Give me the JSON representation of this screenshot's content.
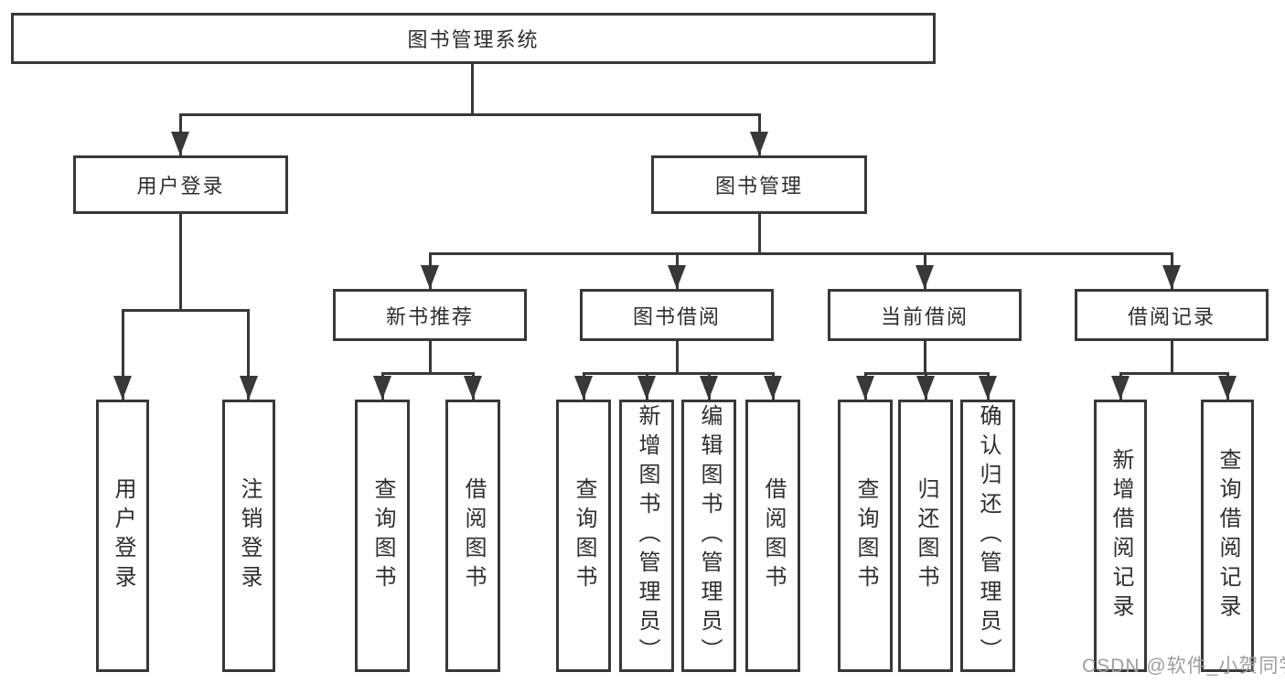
{
  "colors": {
    "line": "#383838",
    "text": "#2e2e2e",
    "watermark": "#9e9e9e",
    "background": "#ffffff"
  },
  "root": {
    "label": "图书管理系统"
  },
  "branches": [
    {
      "label": "用户登录",
      "children": [
        {
          "label": "用户登录"
        },
        {
          "label": "注销登录"
        }
      ]
    },
    {
      "label": "图书管理",
      "children": [
        {
          "label": "新书推荐",
          "children": [
            {
              "label": "查询图书"
            },
            {
              "label": "借阅图书"
            }
          ]
        },
        {
          "label": "图书借阅",
          "children": [
            {
              "label": "查询图书"
            },
            {
              "label": "新增图书（管理员）"
            },
            {
              "label": "编辑图书（管理员）"
            },
            {
              "label": "借阅图书"
            }
          ]
        },
        {
          "label": "当前借阅",
          "children": [
            {
              "label": "查询图书"
            },
            {
              "label": "归还图书"
            },
            {
              "label": "确认归还（管理员）"
            }
          ]
        },
        {
          "label": "借阅记录",
          "children": [
            {
              "label": "新增借阅记录"
            },
            {
              "label": "查询借阅记录"
            }
          ]
        }
      ]
    }
  ],
  "watermark": {
    "text": "CSDN @软件_小贺同学"
  }
}
